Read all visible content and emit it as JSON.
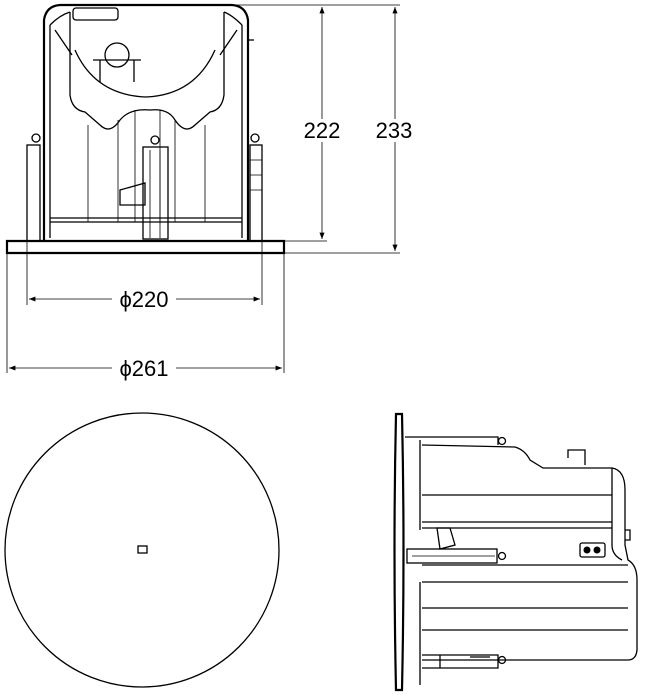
{
  "dimensions": {
    "height_inner": "222",
    "height_total": "233",
    "diameter_cutout": "ϕ220",
    "diameter_flange": "ϕ261"
  },
  "views": [
    "front-view",
    "bottom-view",
    "side-view"
  ]
}
